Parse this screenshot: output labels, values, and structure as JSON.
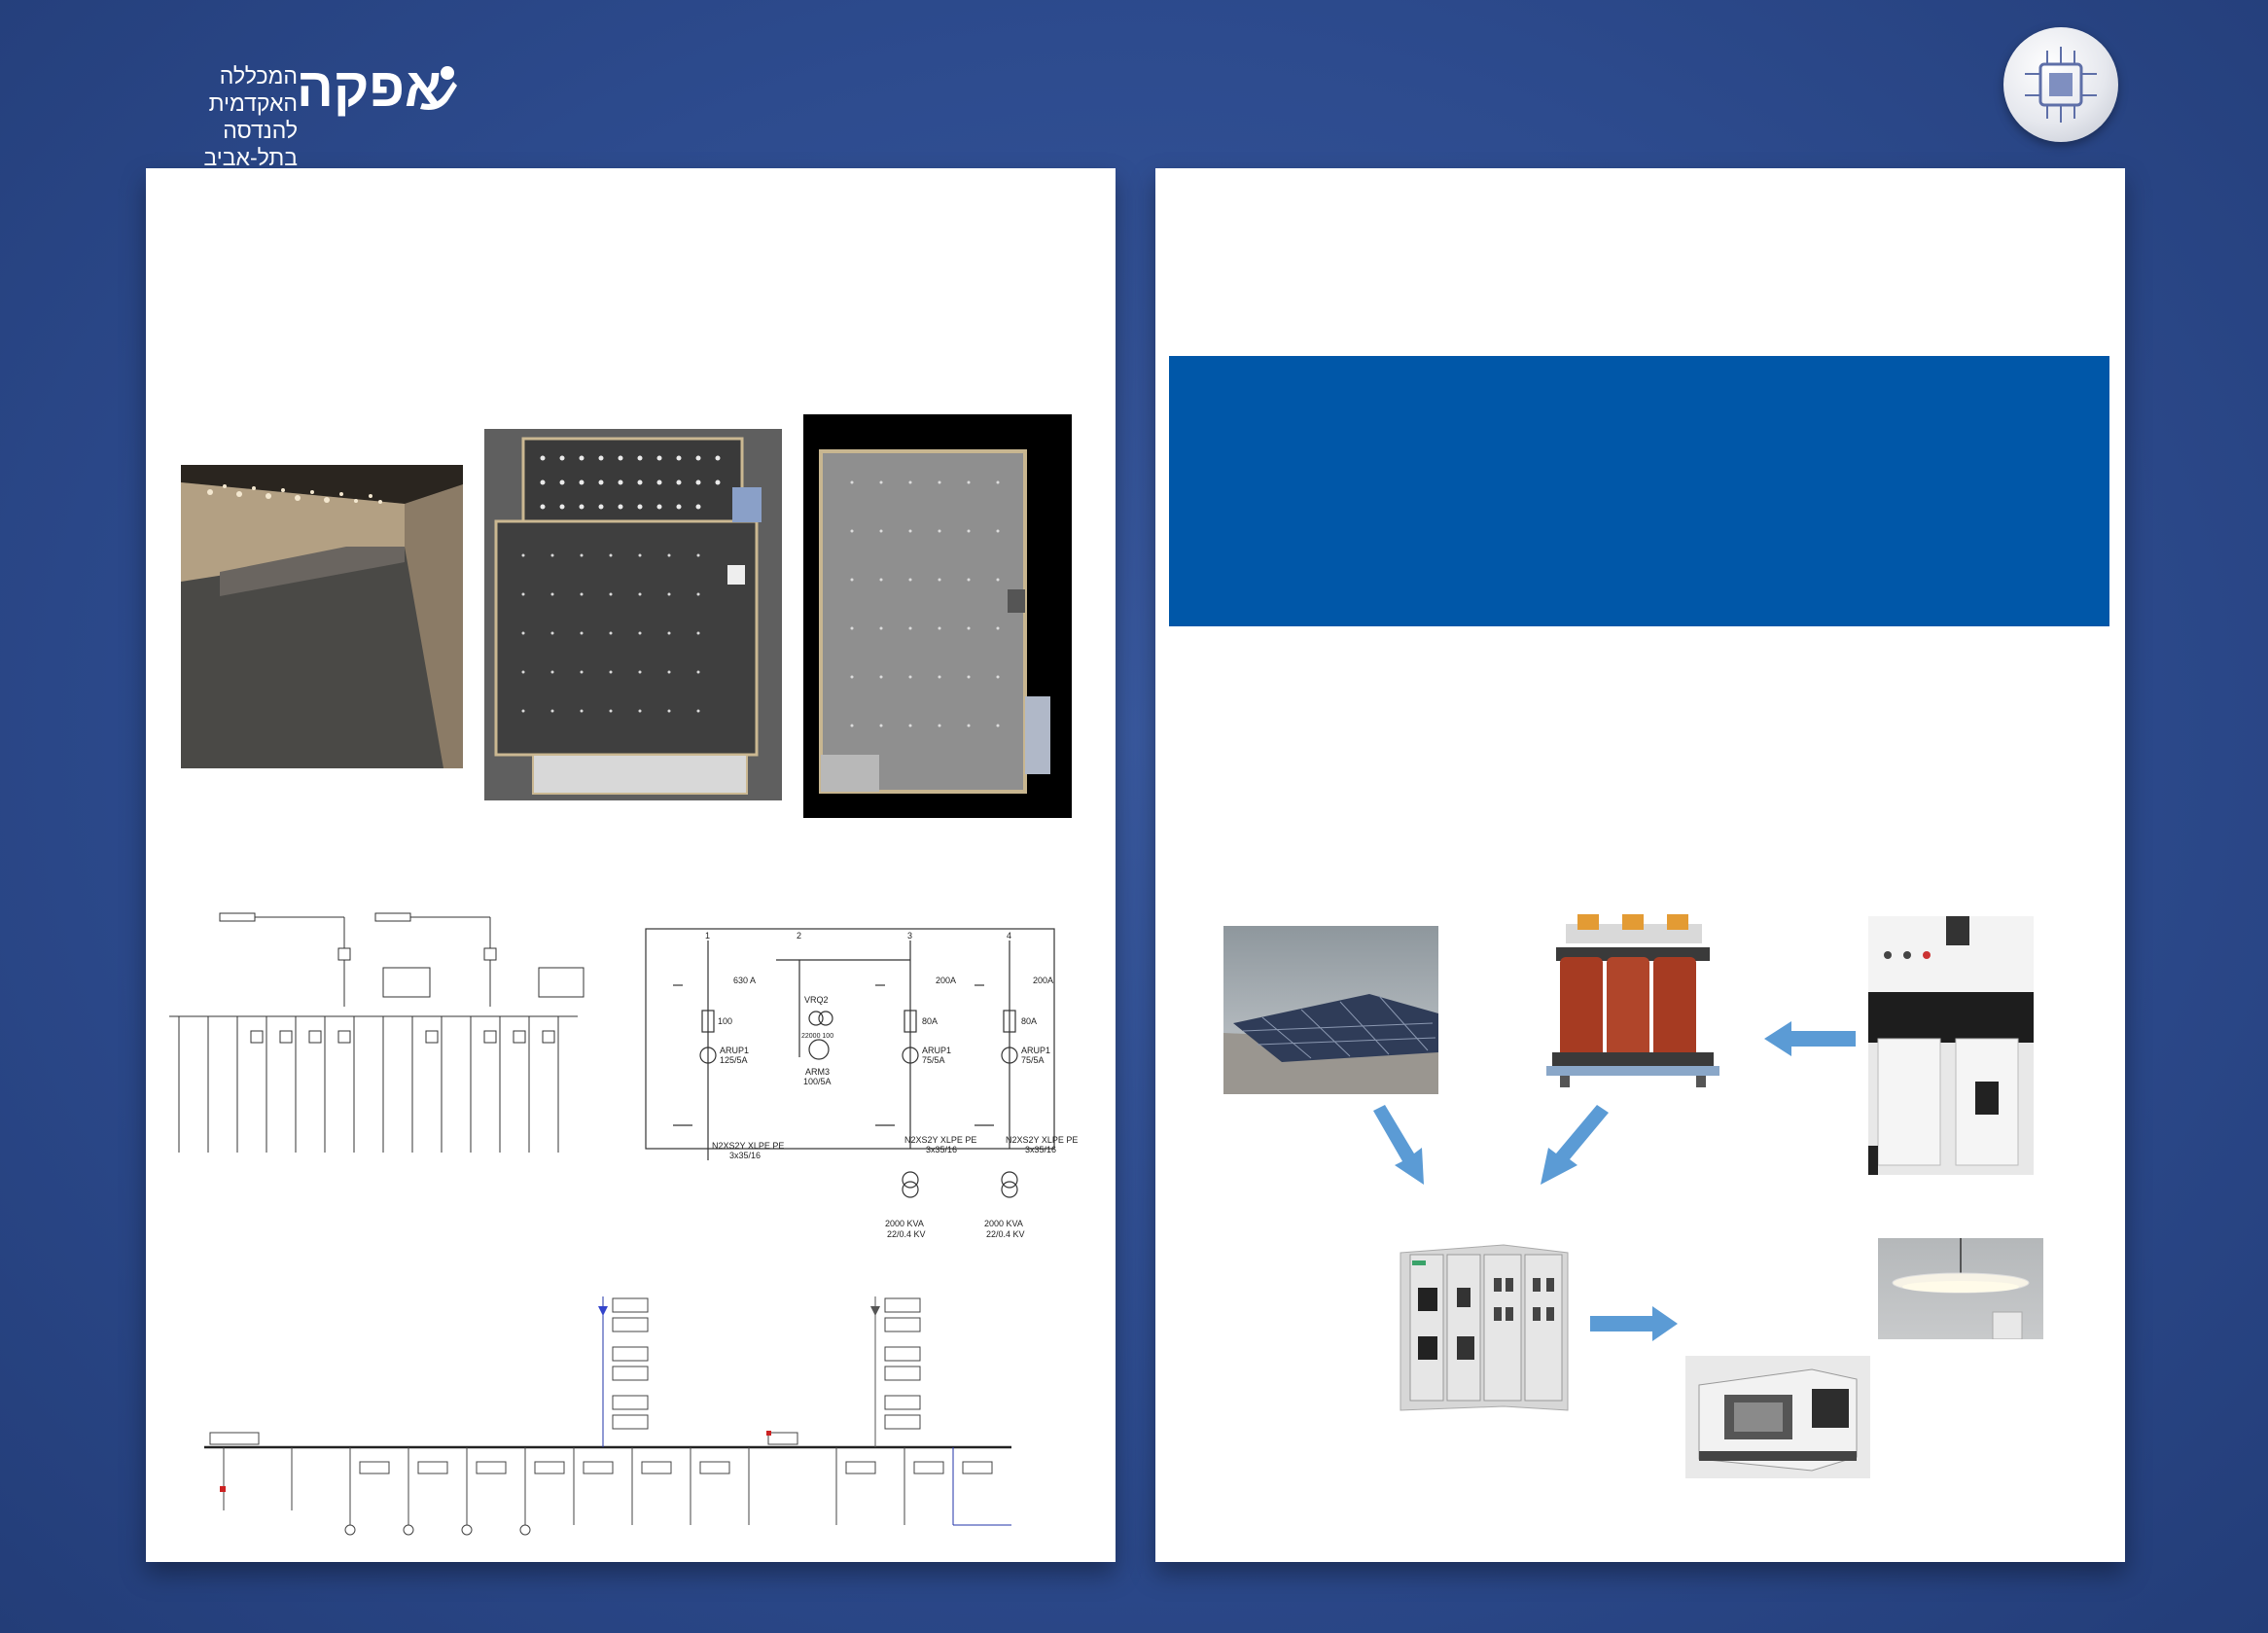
{
  "header": {
    "logo_name": "אפקה",
    "logo_line1": "המכללה האקדמית",
    "logo_line2": "להנדסה בתל-אביב"
  },
  "colors": {
    "background": "#2d4b8e",
    "banner": "#0057a8",
    "arrow": "#5b9bd5"
  },
  "left_panel": {
    "renders": [
      "interior-perspective-render",
      "ceiling-layout-render-1",
      "ceiling-layout-render-2"
    ],
    "single_line_diagram": {
      "columns": [
        "1",
        "2",
        "3",
        "4"
      ],
      "breaker_1": "630 A",
      "breaker_3": "200A",
      "breaker_4": "200A",
      "meter_center": "VRQ2",
      "ratio_center": "22000  100",
      "relay_1": "ARUP1",
      "relay_1_ct": "125/5A",
      "relay_3": "ARUP1",
      "relay_3_ct": "75/5A",
      "relay_4": "ARUP1",
      "relay_4_ct": "75/5A",
      "arm": "ARM3",
      "arm_ct": "100/5A",
      "fuse_1": "100",
      "fuse_3": "80A",
      "fuse_4": "80A",
      "cable_1": "N2XS2Y XLPE PE",
      "cable_1_size": "3x35/16",
      "cable_3": "N2XS2Y XLPE PE",
      "cable_3_size": "3x35/16",
      "cable_4": "N2XS2Y XLPE PE",
      "cable_4_size": "3x35/16",
      "tx_1_rating": "2000 KVA",
      "tx_1_voltage": "22/0.4 KV",
      "tx_2_rating": "2000 KVA",
      "tx_2_voltage": "22/0.4 KV"
    }
  },
  "right_panel": {
    "photos": [
      "solar-panels-photo",
      "transformer-photo",
      "switchgear-cabinet-photo",
      "distribution-board-photo",
      "led-ceiling-light-photo",
      "cnc-machine-photo"
    ]
  }
}
